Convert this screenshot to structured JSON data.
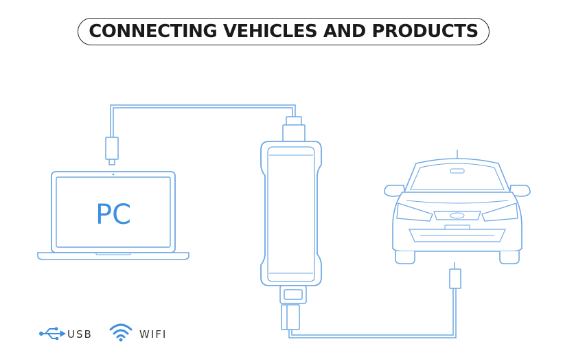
{
  "title": "CONNECTING VEHICLES AND PRODUCTS",
  "laptop": {
    "screen_label": "PC"
  },
  "legend": {
    "items": [
      {
        "icon": "usb-icon",
        "label": "USB"
      },
      {
        "icon": "wifi-icon",
        "label": "WIFI"
      }
    ]
  },
  "colors": {
    "line": "#6ea8e4",
    "line_light": "#a9cdf2",
    "accent": "#3d8fe0",
    "title_text": "#1a1a1a",
    "legend_icon": "#3d8fe0"
  }
}
